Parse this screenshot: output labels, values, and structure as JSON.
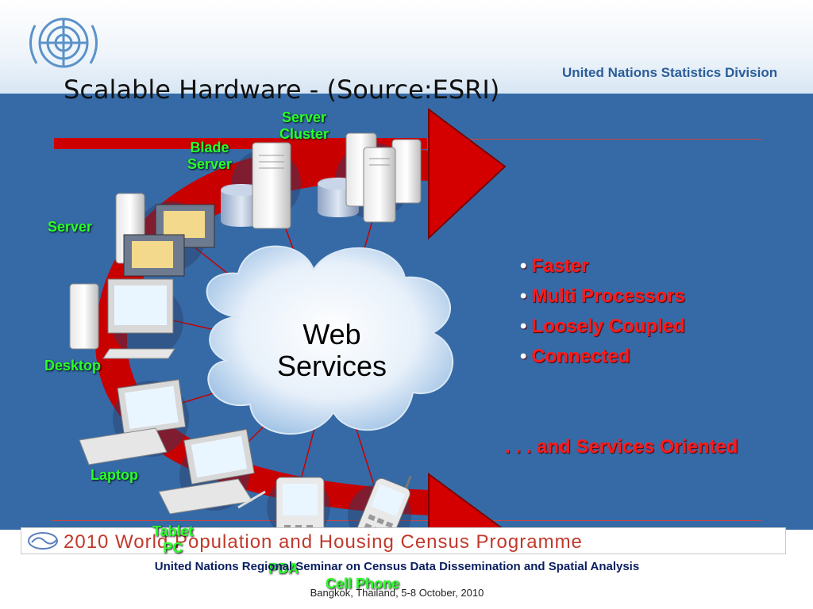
{
  "slide": {
    "title": "Scalable Hardware  - (Source:ESRI)",
    "header_org": "United Nations Statistics Division",
    "banner_text": "2010 World Population and Housing Census Programme",
    "footer_line1": "United Nations Regional Seminar on Census Data Dissemination and Spatial Analysis",
    "footer_line2": "Bangkok, Thailand, 5-8 October, 2010"
  },
  "diagram": {
    "center_label_line1": "Web",
    "center_label_line2": "Services",
    "devices": {
      "server_cluster_1": "Server",
      "server_cluster_2": "Cluster",
      "blade_server_1": "Blade",
      "blade_server_2": "Server",
      "server": "Server",
      "desktop": "Desktop",
      "laptop": "Laptop",
      "tablet_pc_1": "Tablet",
      "tablet_pc_2": "PC",
      "pda": "PDA",
      "cell_phone": "Cell Phone"
    }
  },
  "bullets": [
    "Faster",
    "Multi Processors",
    "Loosely Coupled",
    "Connected"
  ],
  "tagline": ". . . and Services Oriented",
  "colors": {
    "background_blue": "#356aa6",
    "arrow_red": "#cc0000",
    "bullet_red": "#ff1a1a",
    "label_green": "#2bff2b",
    "header_blue": "#2b5d98"
  }
}
